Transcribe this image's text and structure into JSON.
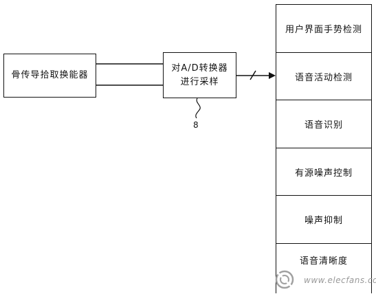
{
  "blocks": {
    "sensor": "骨传导拾取换能器",
    "adc": "对A/D转换器进行采样"
  },
  "stack": [
    "用户界面手势检测",
    "语音活动检测",
    "语音识别",
    "有源噪声控制",
    "噪声抑制",
    "语音清晰度"
  ],
  "reference_numeral": "8",
  "watermark": "www.elecfans.com",
  "colors": {
    "line": "#111111",
    "background": "#ffffff",
    "watermark": "#9a9a9a"
  }
}
